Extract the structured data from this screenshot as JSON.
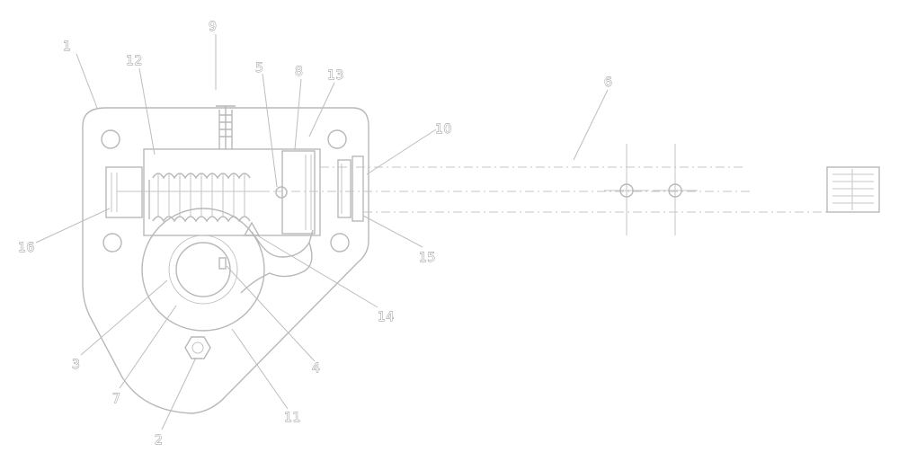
{
  "callouts": [
    "1",
    "9",
    "12",
    "5",
    "8",
    "13",
    "6",
    "10",
    "16",
    "15",
    "14",
    "3",
    "7",
    "4",
    "2",
    "11"
  ],
  "colors": {
    "line": "#b8b8b8",
    "text_outline": "#8e8e8e",
    "background": "#ffffff"
  }
}
